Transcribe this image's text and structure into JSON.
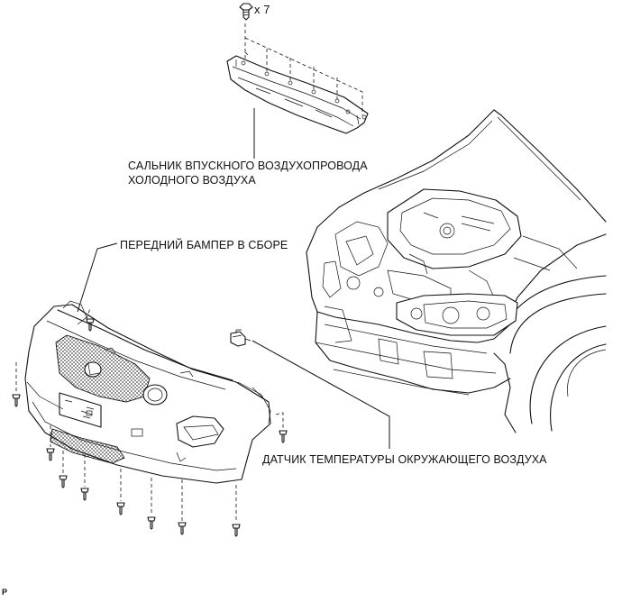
{
  "labels": {
    "screw_count": "x 7",
    "seal_line1": "САЛЬНИК ВПУСКНОГО ВОЗДУХОПРОВОДА",
    "seal_line2": "ХОЛОДНОГО ВОЗДУХА",
    "bumper": "ПЕРЕДНИЙ БАМПЕР В СБОРЕ",
    "sensor": "ДАТЧИК ТЕМПЕРАТУРЫ ОКРУЖАЮЩЕГО ВОЗДУХА",
    "ref_code": "P"
  }
}
